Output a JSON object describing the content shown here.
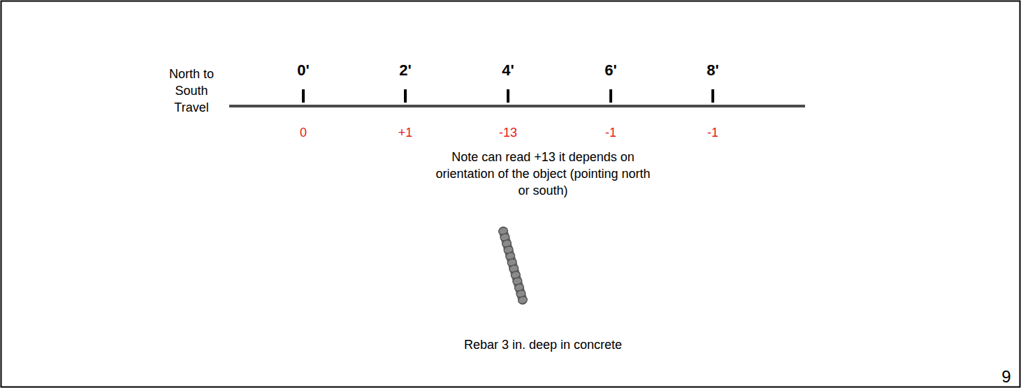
{
  "diagram": {
    "labels": [
      "North to South Travel",
      "0'",
      "2'",
      "4'",
      "6'",
      "8'",
      "0",
      "+1",
      "-13",
      "-1",
      "-1",
      "Note can read +13 it depends on orientation of the object (pointing north or south)",
      "Rebar 3 in. deep in concrete",
      "9"
    ]
  }
}
